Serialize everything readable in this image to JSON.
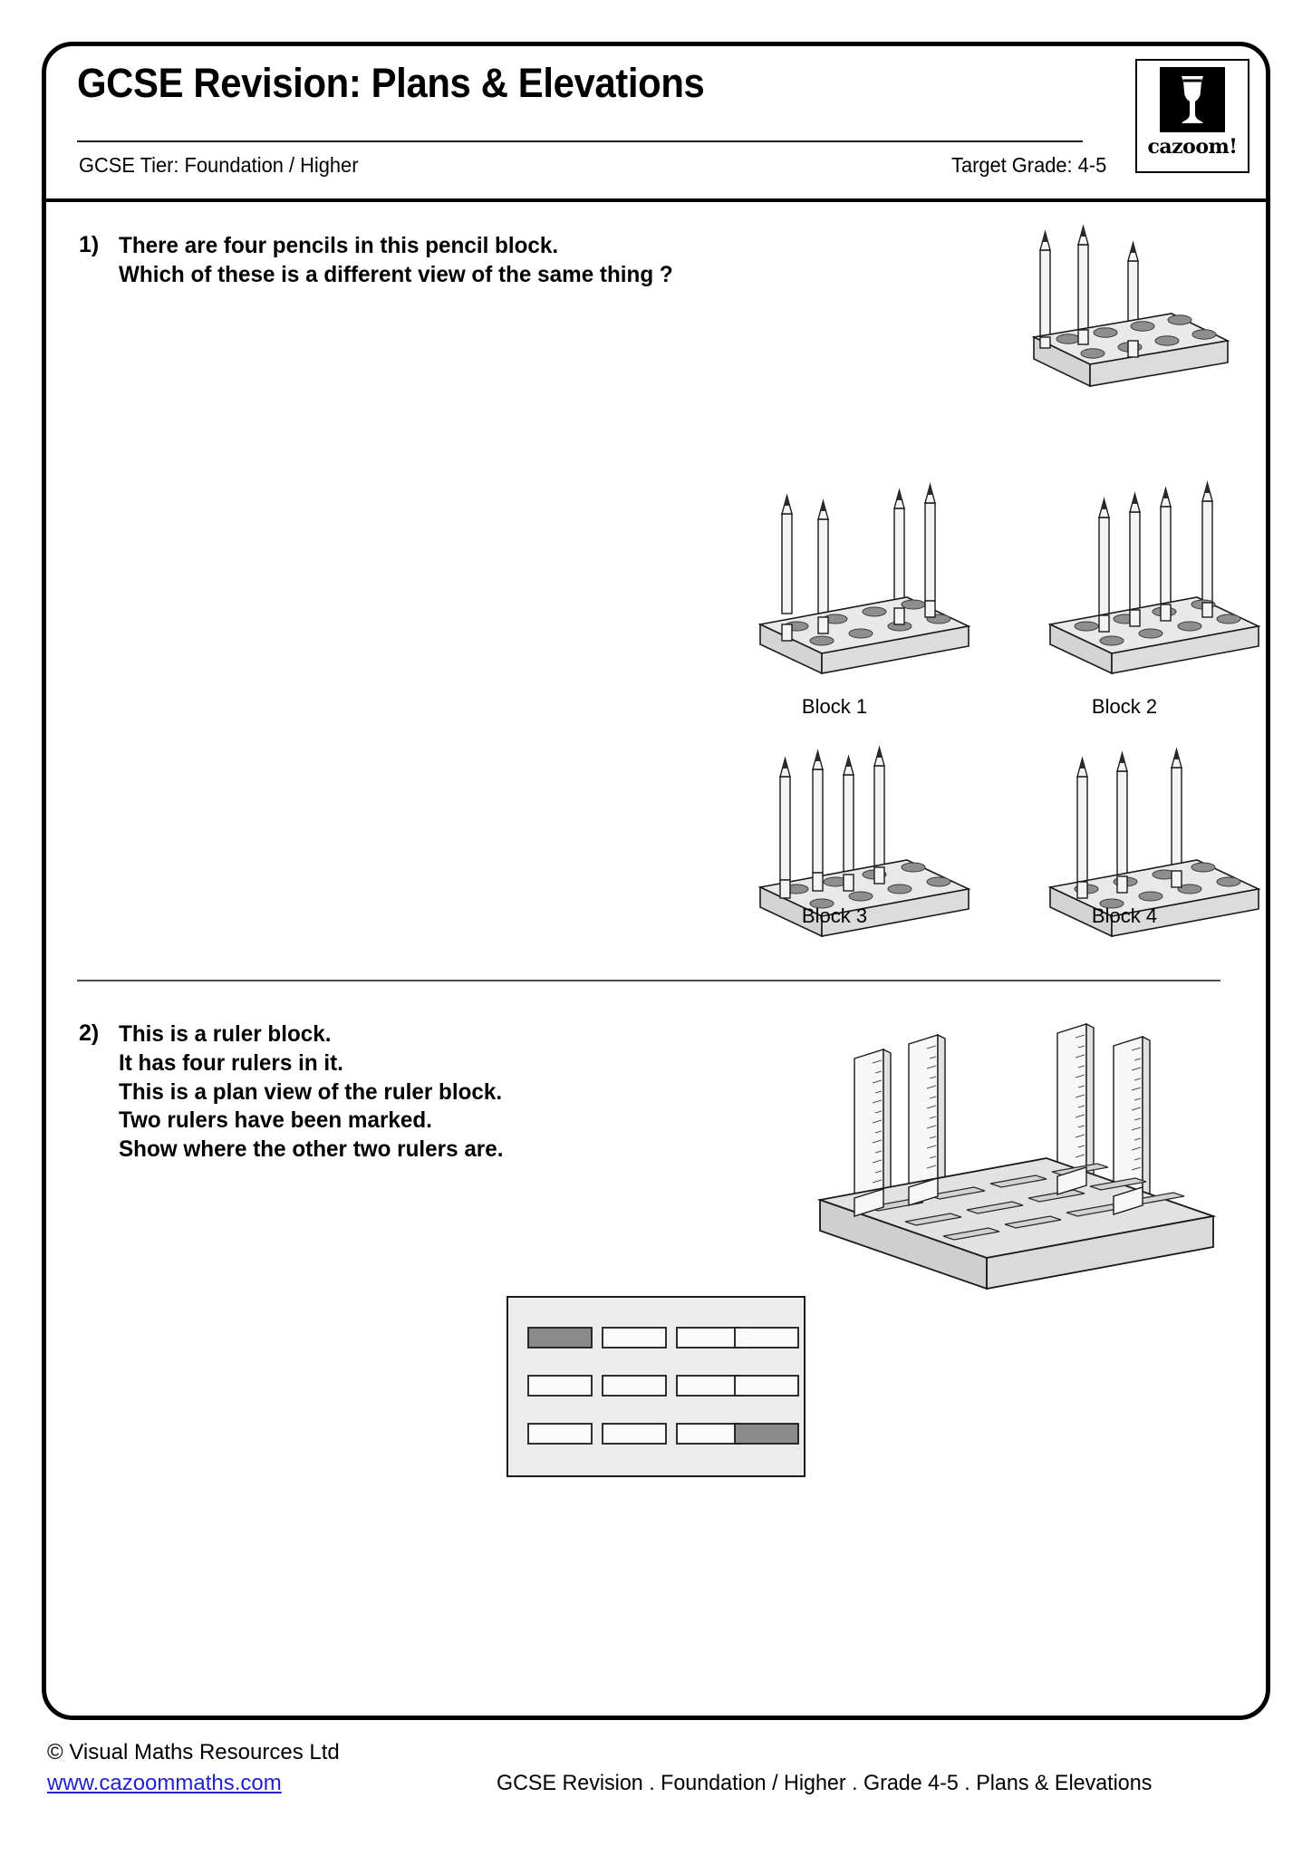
{
  "header": {
    "title": "GCSE Revision: Plans & Elevations",
    "tier": "GCSE Tier: Foundation / Higher",
    "grade": "Target Grade: 4-5",
    "logo_word": "cazoom!",
    "logo_icon": "cazoom-vase-icon"
  },
  "questions": [
    {
      "number": "1)",
      "lines": [
        "There are four pencils in this pencil block.",
        "Which of these is a different view of the same thing ?"
      ],
      "options": [
        {
          "label": "Block 1"
        },
        {
          "label": "Block 2"
        },
        {
          "label": "Block 3"
        },
        {
          "label": "Block 4"
        }
      ]
    },
    {
      "number": "2)",
      "lines": [
        "This is a ruler block.",
        "It has four rulers in it.",
        "This is a plan view of the ruler block.",
        "Two rulers have been marked.",
        "Show where the other two rulers are."
      ]
    }
  ],
  "figures": {
    "main_pencil_block": {
      "name": "pencil-block-main-figure",
      "pencil_count": 3,
      "hole_count": 8
    },
    "block_options": [
      {
        "name": "pencil-block-option-1",
        "pencils": [
          1,
          2,
          6,
          7
        ]
      },
      {
        "name": "pencil-block-option-2",
        "pencils": [
          1,
          2,
          3,
          7
        ]
      },
      {
        "name": "pencil-block-option-3",
        "pencils": [
          0,
          1,
          2,
          5
        ]
      },
      {
        "name": "pencil-block-option-4",
        "pencils": [
          0,
          4,
          5,
          6
        ]
      }
    ],
    "ruler_block": {
      "name": "ruler-block-figure",
      "ruler_count": 4,
      "slot_count": 12
    },
    "plan_view": {
      "name": "ruler-block-plan-view",
      "columns": 4,
      "rows": 3,
      "slots": [
        [
          1,
          0,
          0,
          0
        ],
        [
          0,
          0,
          0,
          0
        ],
        [
          0,
          0,
          0,
          1
        ]
      ]
    }
  },
  "footer": {
    "copyright": "© Visual Maths Resources Ltd",
    "link": "www.cazoommaths.com",
    "meta": "GCSE Revision   .    Foundation / Higher   .    Grade 4-5   .    Plans & Elevations"
  },
  "colors": {
    "block_top": "#e9e9e9",
    "block_front": "#dcdcdc",
    "block_side": "#cfcfcf",
    "hole": "#8e8e8e",
    "stroke": "#1a1a1a",
    "link": "#2222cc",
    "plan_fill": "#ececec",
    "plan_marked": "#8a8a8a"
  }
}
